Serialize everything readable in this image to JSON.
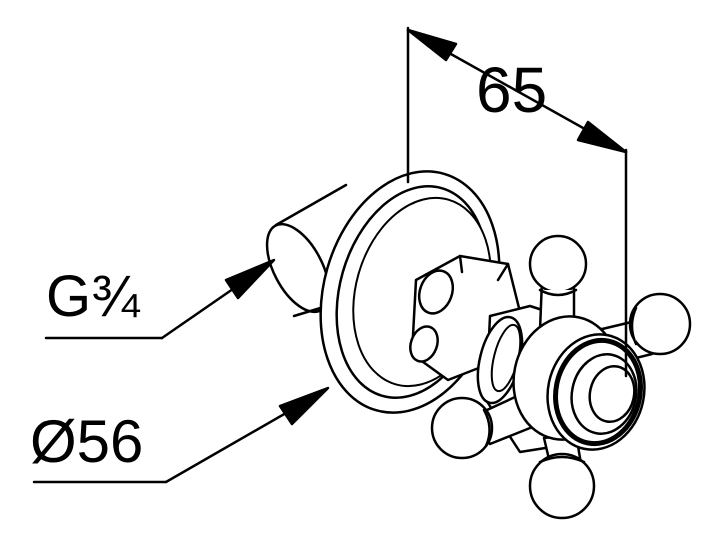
{
  "dimensions": {
    "length": "65",
    "thread": "G¾",
    "diameter": "Ø56"
  },
  "colors": {
    "line": "#000000",
    "background": "#ffffff"
  },
  "parts": [
    "threaded-connector",
    "escutcheon-rosette",
    "hex-nut",
    "valve-body",
    "cross-handle",
    "cross-handle-knob",
    "cap"
  ]
}
